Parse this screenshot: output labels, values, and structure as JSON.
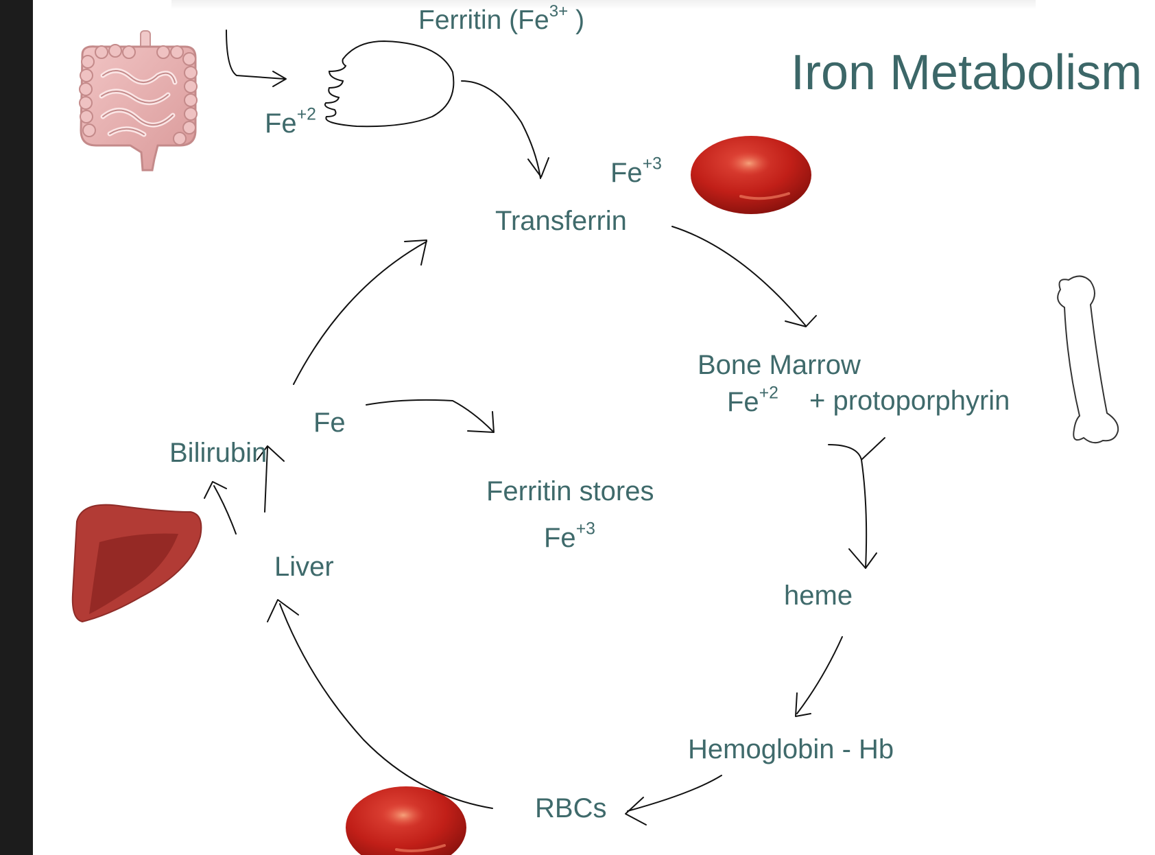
{
  "title": "Iron Metabolism",
  "labels": {
    "ferritin_top_base": "Ferritin (Fe",
    "ferritin_top_sup": "3+",
    "ferritin_top_close": " )",
    "fe_gut_base": "Fe",
    "fe_gut_sup": "+2",
    "fe_rbc_base": "Fe",
    "fe_rbc_sup": "+3",
    "transferrin": "Transferrin",
    "bone_marrow": "Bone Marrow",
    "fe_marrow_base": "Fe",
    "fe_marrow_sup": "+2",
    "protoporphyrin": "+ protoporphyrin",
    "heme": "heme",
    "hemoglobin": "Hemoglobin - Hb",
    "rbcs": "RBCs",
    "liver": "Liver",
    "bilirubin": "Bilirubin",
    "fe_liver": "Fe",
    "ferritin_stores": "Ferritin stores",
    "fe_stores_base": "Fe",
    "fe_stores_sup": "+3"
  },
  "colors": {
    "text": "#3f6a6b",
    "title": "#3c6768",
    "rbc": "#c0201a",
    "liver": "#a83232",
    "intestine": "#e9b3b3",
    "sidebar": "#1c1c1c"
  },
  "icons": [
    "intestine-icon",
    "red-blood-cell-icon",
    "liver-icon",
    "bone-icon"
  ]
}
